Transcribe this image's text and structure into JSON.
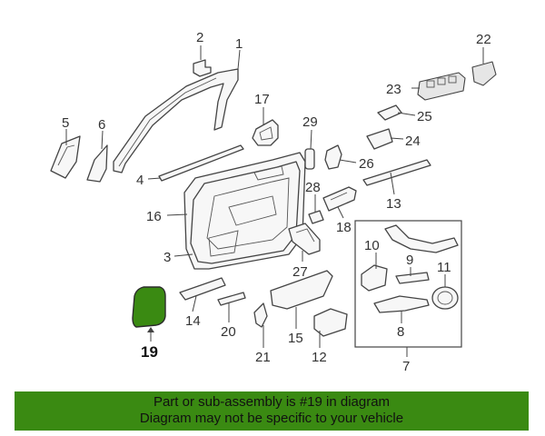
{
  "diagram": {
    "highlight_color": "#3a8a12",
    "callouts": [
      {
        "id": "c1",
        "text": "1"
      },
      {
        "id": "c2",
        "text": "2"
      },
      {
        "id": "c3",
        "text": "3"
      },
      {
        "id": "c4",
        "text": "4"
      },
      {
        "id": "c5",
        "text": "5"
      },
      {
        "id": "c6",
        "text": "6"
      },
      {
        "id": "c7",
        "text": "7"
      },
      {
        "id": "c8",
        "text": "8"
      },
      {
        "id": "c9",
        "text": "9"
      },
      {
        "id": "c10",
        "text": "10"
      },
      {
        "id": "c11",
        "text": "11"
      },
      {
        "id": "c12",
        "text": "12"
      },
      {
        "id": "c13",
        "text": "13"
      },
      {
        "id": "c14",
        "text": "14"
      },
      {
        "id": "c15",
        "text": "15"
      },
      {
        "id": "c16",
        "text": "16"
      },
      {
        "id": "c17",
        "text": "17"
      },
      {
        "id": "c18",
        "text": "18"
      },
      {
        "id": "c19",
        "text": "19"
      },
      {
        "id": "c20",
        "text": "20"
      },
      {
        "id": "c21",
        "text": "21"
      },
      {
        "id": "c22",
        "text": "22"
      },
      {
        "id": "c23",
        "text": "23"
      },
      {
        "id": "c24",
        "text": "24"
      },
      {
        "id": "c25",
        "text": "25"
      },
      {
        "id": "c26",
        "text": "26"
      },
      {
        "id": "c27",
        "text": "27"
      },
      {
        "id": "c28",
        "text": "28"
      },
      {
        "id": "c29",
        "text": "29"
      }
    ]
  },
  "banner": {
    "line1": "Part or sub-assembly is #19 in diagram",
    "line2": "Diagram may not be specific to your vehicle",
    "color": "#3a8a12"
  }
}
